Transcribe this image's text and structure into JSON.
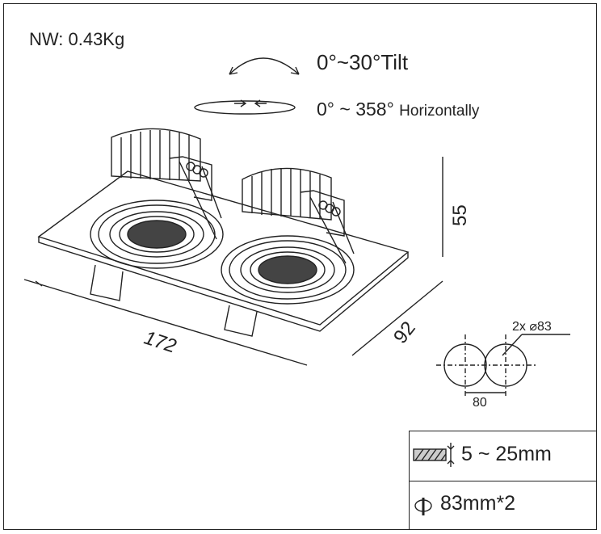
{
  "specs": {
    "net_weight": "NW: 0.43Kg",
    "tilt": "0°~30°Tilt",
    "horizontal_value": "0° ~ 358°",
    "horizontal_word": "Horizontally",
    "height": "55",
    "length": "172",
    "width": "92",
    "cutout_diameter": "2x ⌀83",
    "cutout_spacing": "80",
    "ceiling_thickness": "5 ~ 25mm",
    "cutout_size": "83mm*2"
  },
  "colors": {
    "line": "#222222",
    "background": "#ffffff"
  },
  "icons": [
    "tilt-arrow-icon",
    "rotation-arrow-icon",
    "ceiling-thickness-icon",
    "hole-saw-icon"
  ]
}
